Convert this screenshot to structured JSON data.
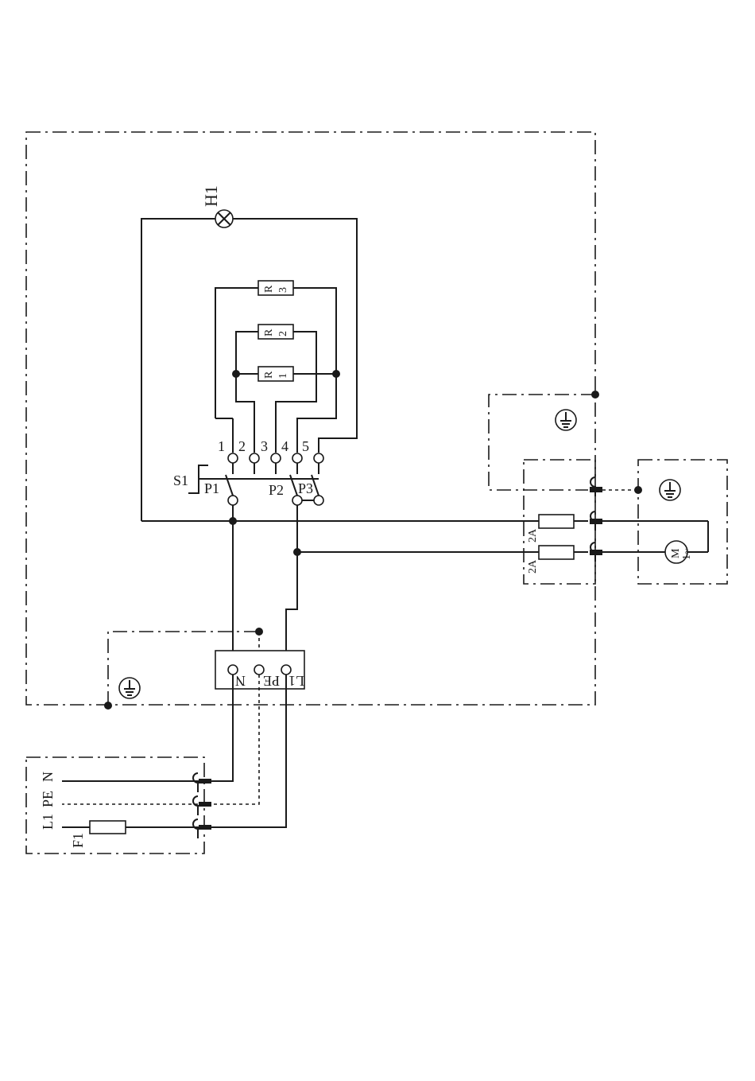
{
  "lamp": {
    "label": "H1"
  },
  "resistors": [
    {
      "label": "R\n3",
      "line1": "R",
      "line2": "3"
    },
    {
      "label": "R\n2",
      "line1": "R",
      "line2": "2"
    },
    {
      "label": "R\n1",
      "line1": "R",
      "line2": "1"
    }
  ],
  "switch": {
    "label": "S1",
    "positions": [
      "P1",
      "P2",
      "P3"
    ],
    "contacts": [
      "1",
      "2",
      "3",
      "4",
      "5"
    ]
  },
  "terminal_block": {
    "labels": [
      "N",
      "PE",
      "L1"
    ]
  },
  "mains": {
    "labels": [
      "N",
      "PE",
      "L1"
    ],
    "fuse_label": "F1"
  },
  "fuses_2a": [
    "2A",
    "2A"
  ],
  "motor": {
    "line1": "M",
    "line2": "1~"
  }
}
